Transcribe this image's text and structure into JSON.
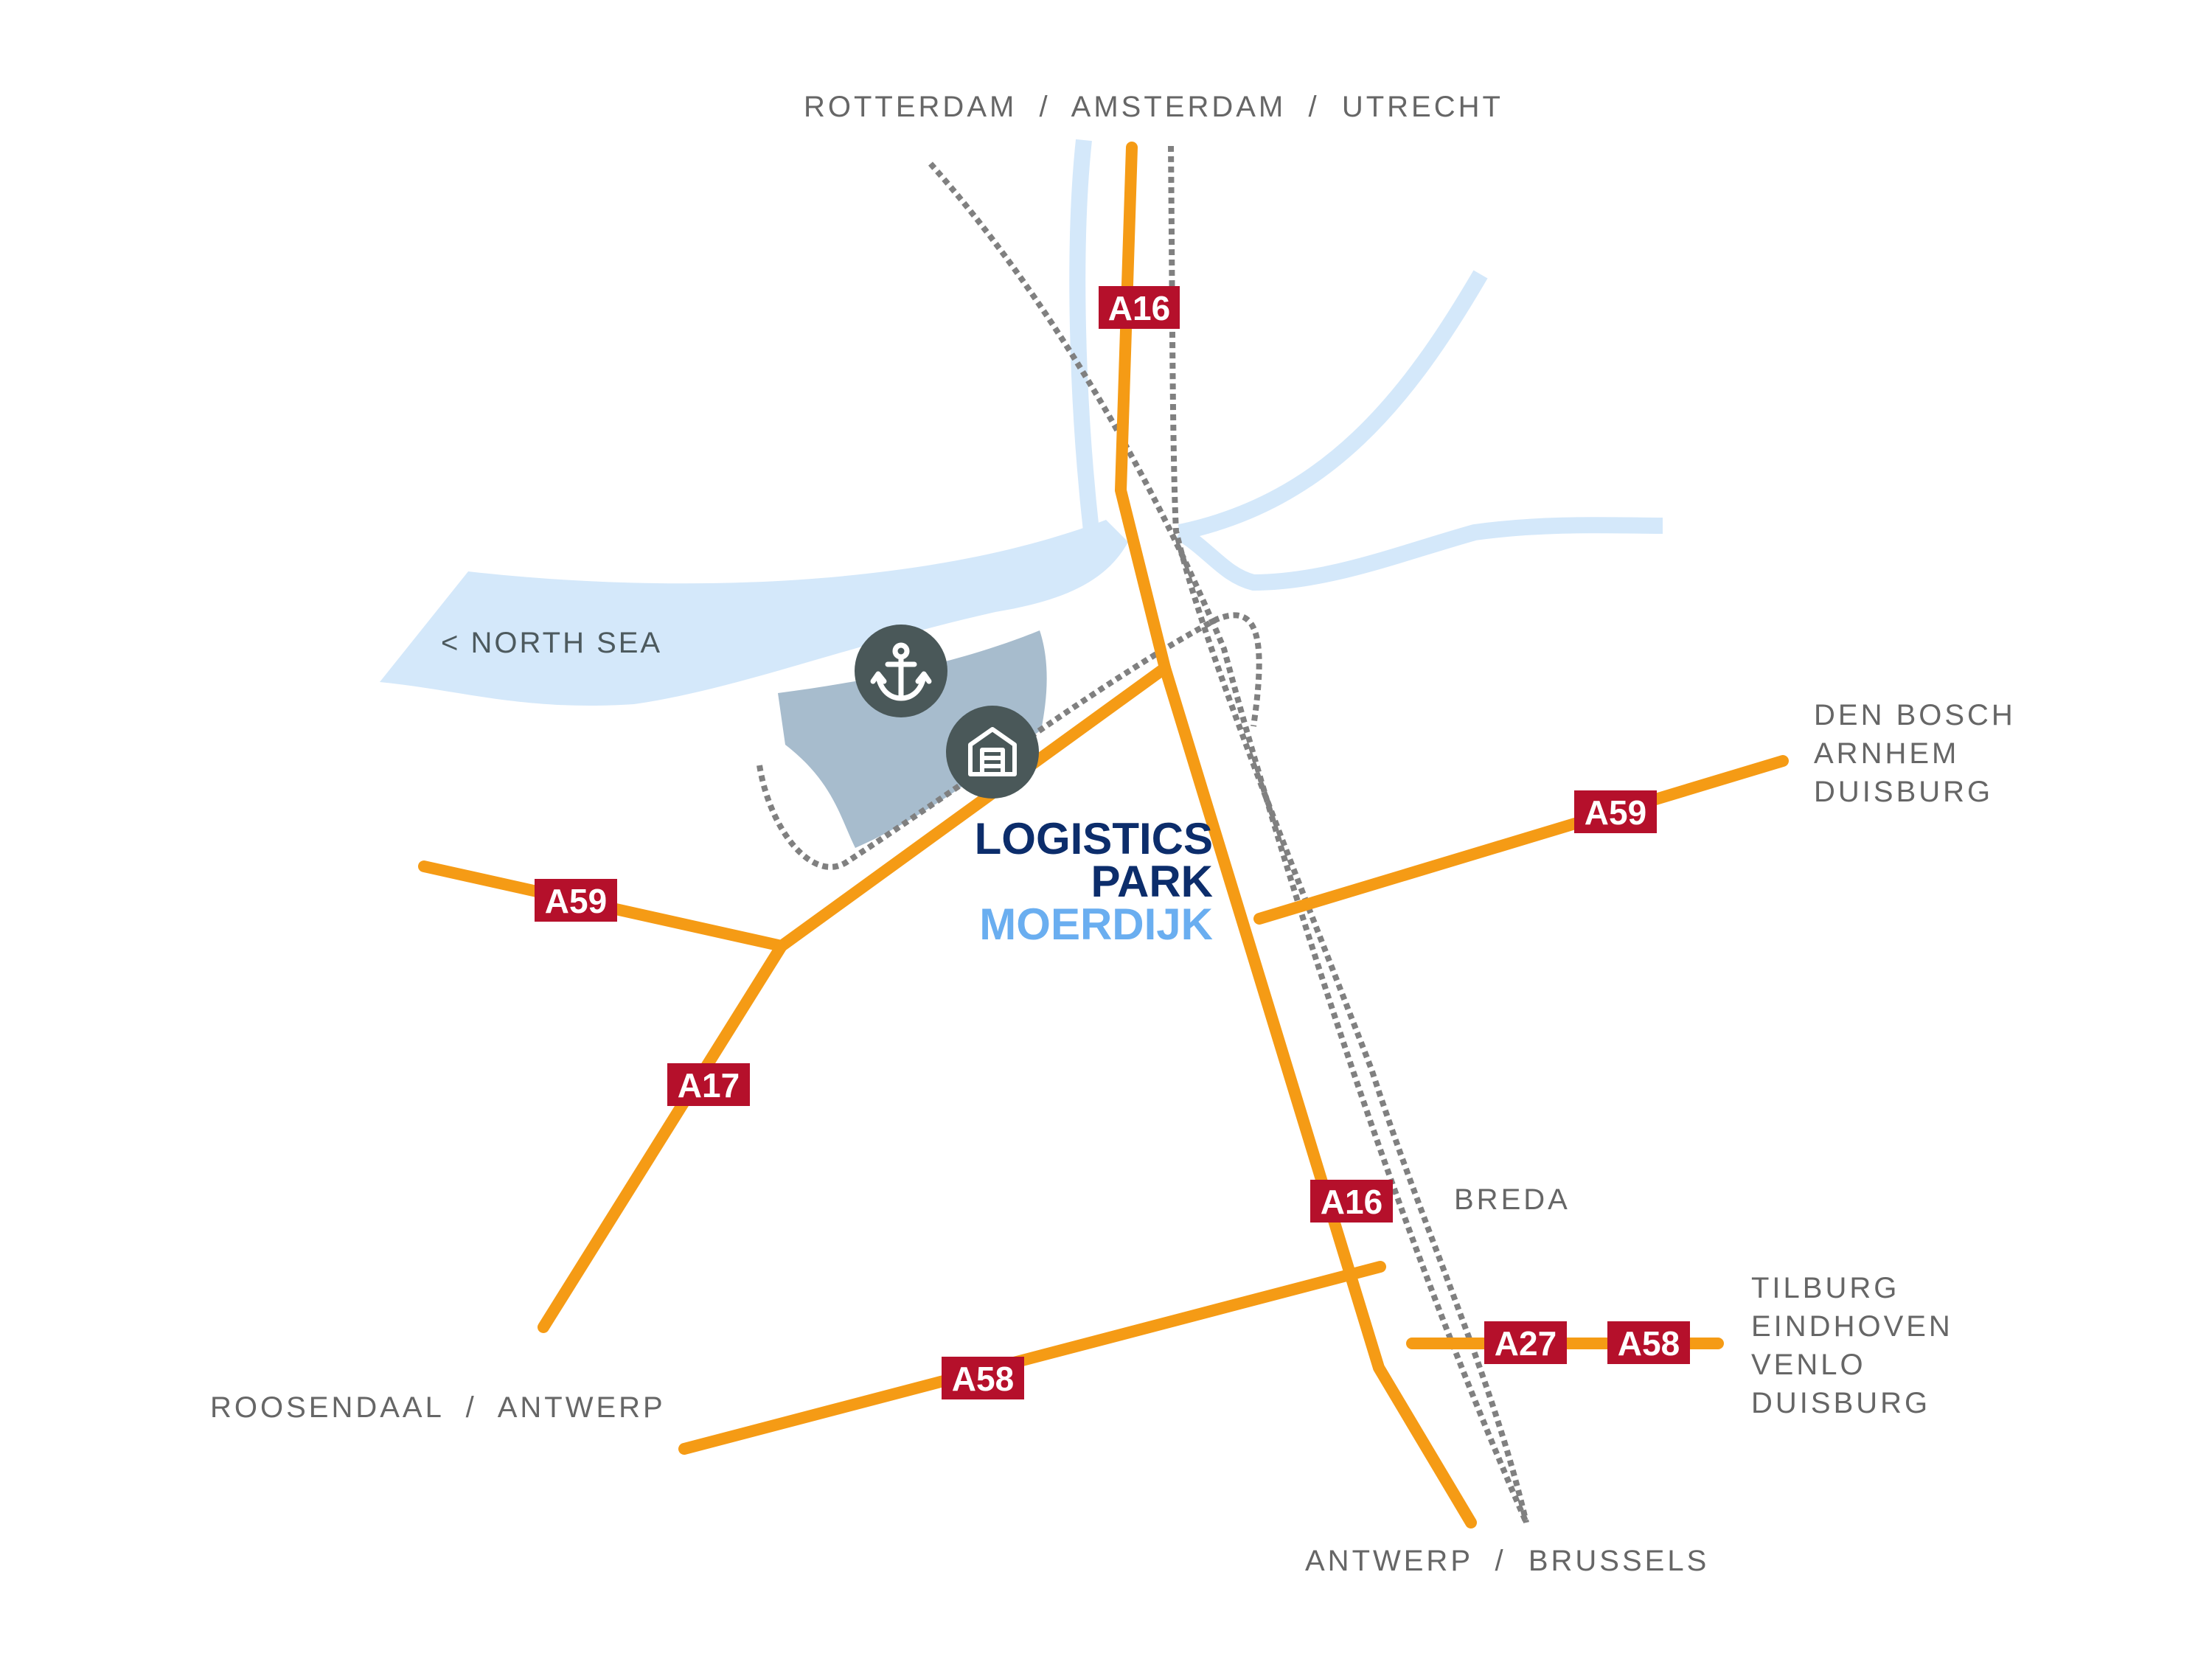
{
  "colors": {
    "water": "#d4e8fa",
    "park_area": "#a7bccd",
    "motorway": "#f59b15",
    "shield": "#b5102b",
    "rail": "#808080",
    "marker": "#4a5859",
    "brand_dark": "#0c2d6b",
    "brand_light": "#6aaef0",
    "label": "#666666"
  },
  "destinations": {
    "north": "ROTTERDAM  /  AMSTERDAM  /  UTRECHT",
    "northeast": [
      "DEN BOSCH",
      "ARNHEM",
      "DUISBURG"
    ],
    "breda": "BREDA",
    "east": [
      "TILBURG",
      "EINDHOVEN",
      "VENLO",
      "DUISBURG"
    ],
    "southwest": "ROOSENDAAL  /  ANTWERP",
    "south": "ANTWERP  /  BRUSSELS"
  },
  "sea_label": "< NORTH SEA",
  "brand": {
    "line1": "LOGISTICS",
    "line2": "PARK",
    "line3": "MOERDIJK"
  },
  "road_shields": {
    "a16_north": "A16",
    "a59_east": "A59",
    "a59_west": "A59",
    "a17": "A17",
    "a16_south": "A16",
    "a58_west": "A58",
    "a27": "A27",
    "a58_east": "A58"
  },
  "markers": [
    {
      "name": "port",
      "icon": "anchor-icon"
    },
    {
      "name": "park",
      "icon": "warehouse-icon"
    }
  ]
}
